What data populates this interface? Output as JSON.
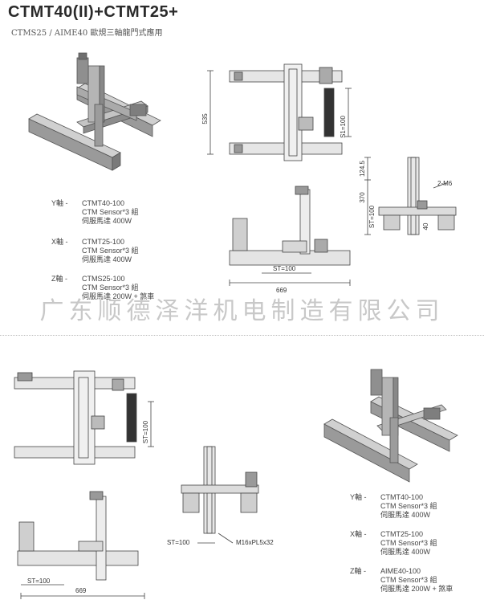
{
  "title": "CTMT40(II)+CTMT25+",
  "subtitle": "CTMS25 / AIME40 歐規三軸龍門式應用",
  "watermark": "广东顺德泽洋机电制造有限公司",
  "spec_top": [
    {
      "axis": "Y軸 -",
      "lines": [
        "CTMT40-100",
        "CTM Sensor*3 組",
        "伺服馬達 400W"
      ]
    },
    {
      "axis": "X軸 -",
      "lines": [
        "CTMT25-100",
        "CTM Sensor*3 組",
        "伺服馬達 400W"
      ]
    },
    {
      "axis": "Z軸 -",
      "lines": [
        "CTMS25-100",
        "CTM Sensor*3 組",
        "伺服馬達 200W + 煞車"
      ]
    }
  ],
  "spec_bottom": [
    {
      "axis": "Y軸 -",
      "lines": [
        "CTMT40-100",
        "CTM Sensor*3 組",
        "伺服馬達 400W"
      ]
    },
    {
      "axis": "X軸 -",
      "lines": [
        "CTMT25-100",
        "CTM Sensor*3 組",
        "伺服馬達 400W"
      ]
    },
    {
      "axis": "Z軸 -",
      "lines": [
        "AIME40-100",
        "CTM Sensor*3 組",
        "伺服馬達 200W + 煞車"
      ]
    }
  ],
  "dims": {
    "d535": "535",
    "st100": "ST=100",
    "s1_100": "S1=100",
    "d124": "124.5",
    "d370": "370",
    "st100_v": "ST=100",
    "d40": "40",
    "m6": "2-M6",
    "d669": "669",
    "st100_b": "ST=100",
    "st100_mid": "ST=100",
    "m16": "M16xPL5x32",
    "st100_left": "ST=100",
    "d669_b": "669"
  }
}
